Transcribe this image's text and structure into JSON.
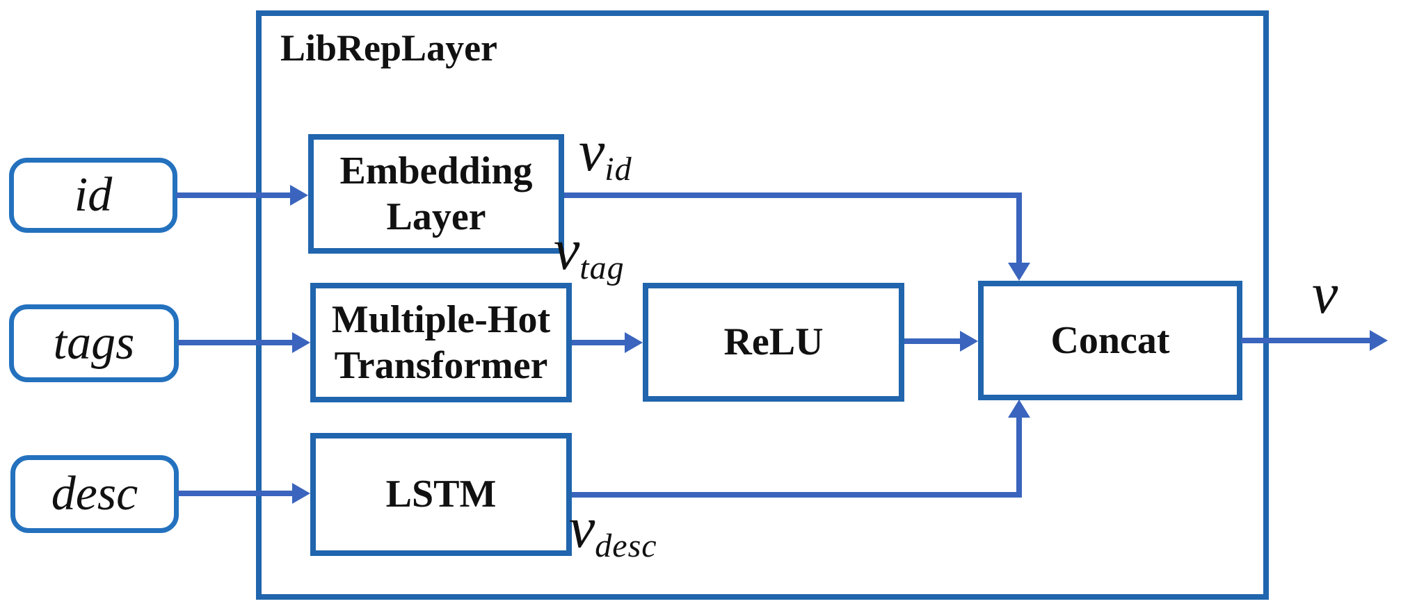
{
  "colors": {
    "box_border": "#2065AD",
    "input_border": "#2471BE",
    "arrow": "#3A64BD",
    "text": "#111111",
    "background": "#FFFFFF"
  },
  "title": {
    "label": "LibRepLayer"
  },
  "inputs": {
    "id": {
      "label": "id"
    },
    "tags": {
      "label": "tags"
    },
    "desc": {
      "label": "desc"
    }
  },
  "layers": {
    "embedding": {
      "line1": "Embedding",
      "line2": "Layer"
    },
    "multiple_hot": {
      "line1": "Multiple-Hot",
      "line2": "Transformer"
    },
    "relu": {
      "label": "ReLU"
    },
    "lstm": {
      "label": "LSTM"
    },
    "concat": {
      "label": "Concat"
    }
  },
  "wire_labels": {
    "v_id": {
      "base": "v",
      "sub": "id"
    },
    "v_tag": {
      "base": "v",
      "sub": "tag"
    },
    "v_desc": {
      "base": "v",
      "sub": "desc"
    },
    "v_out": {
      "base": "v",
      "sub": ""
    }
  }
}
